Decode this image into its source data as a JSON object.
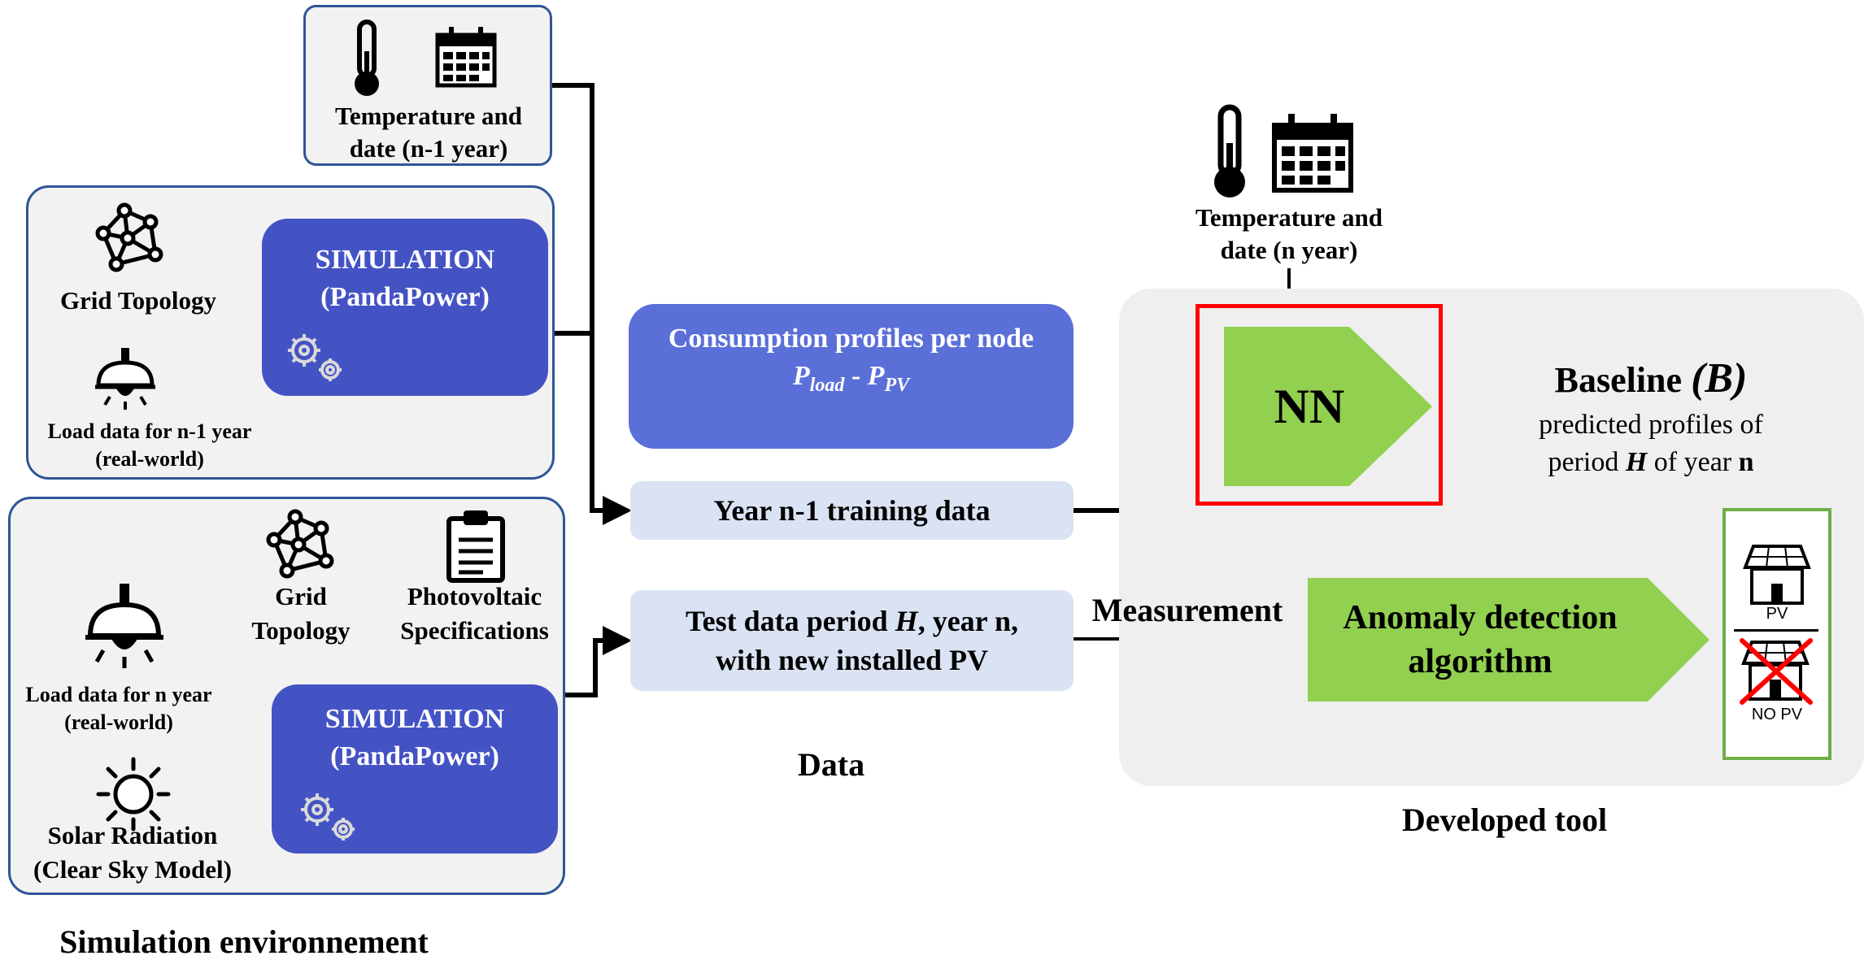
{
  "blocks": {
    "temp_prev": "Temperature and date (n-1 year)",
    "grid_topology_1": "Grid Topology",
    "load_data_1": "Load data for n-1 year (real-world)",
    "simulation_1": {
      "title": "SIMULATION",
      "subtitle": "(PandaPower)"
    },
    "grid_topology_2": "Grid Topology",
    "pv_specs": "Photovoltaic Specifications",
    "load_data_2": "Load data for n year (real-world)",
    "solar": "Solar Radiation (Clear Sky Model)",
    "simulation_2": {
      "title": "SIMULATION",
      "subtitle": "(PandaPower)"
    },
    "simulation_env": "Simulation environnement"
  },
  "data_section": {
    "consumption_title": "Consumption profiles per node",
    "formula_p1": "P",
    "formula_sub1": "load",
    "formula_sep": " - ",
    "formula_p2": "P",
    "formula_sub2": "PV",
    "training": "Year n-1 training data",
    "test_line1_a": "Test data period ",
    "test_line1_h": "H",
    "test_line1_b": ", year n,",
    "test_line2": "with new installed PV",
    "label": "Data"
  },
  "tool": {
    "temp_n": "Temperature and date (n year)",
    "nn": "NN",
    "baseline_title": "Baseline ",
    "baseline_symbol": "(B)",
    "baseline_line1": "predicted profiles of",
    "baseline_line2_a": "period ",
    "baseline_line2_h": "H",
    "baseline_line2_b": " of year ",
    "baseline_line2_n": "n",
    "measurement": "Measurement",
    "anomaly": "Anomaly detection algorithm",
    "pv": "PV",
    "no_pv": "NO PV",
    "label": "Developed tool"
  },
  "colors": {
    "sim_blue": "#4453c4",
    "consumption_blue": "#5b6fd9",
    "pale_blue": "#dae3f3",
    "green": "#92d050",
    "highlight_red": "#ff0000",
    "border_blue": "#2f5597"
  }
}
